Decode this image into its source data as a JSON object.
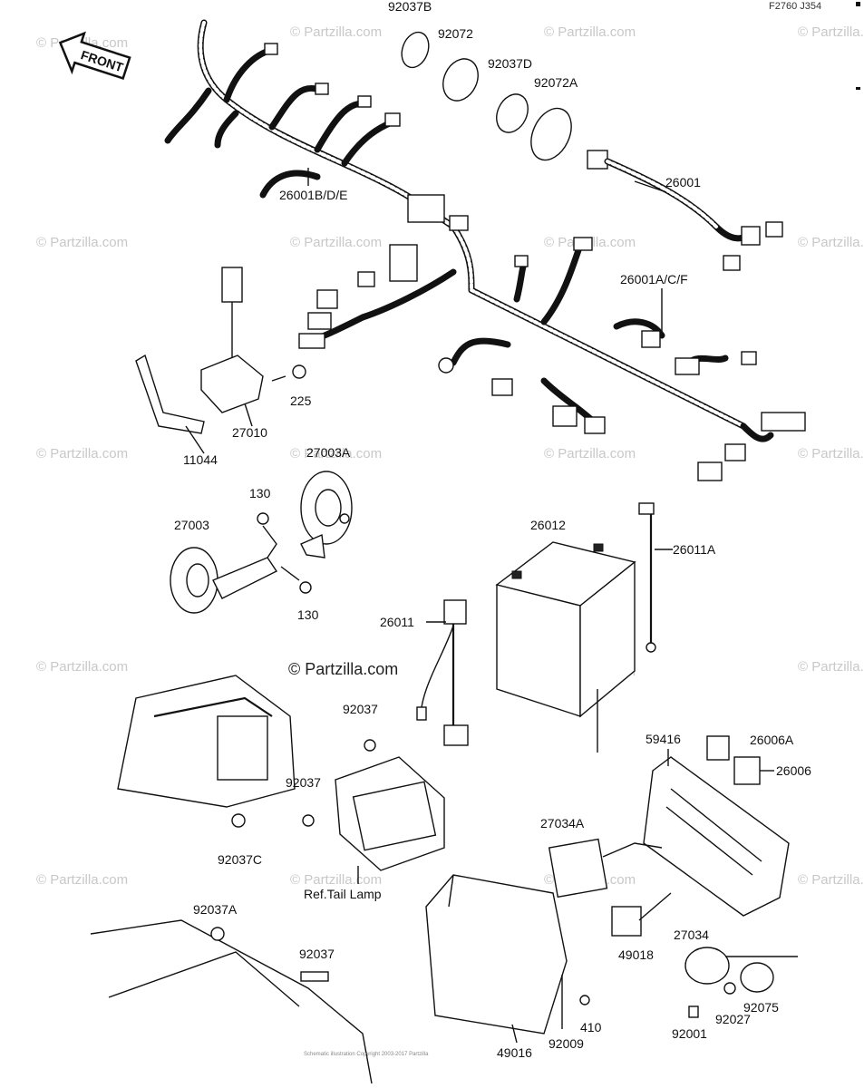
{
  "header": {
    "code": "F2760 J354",
    "front_arrow": "FRONT"
  },
  "watermark": {
    "text": "© Partzilla.com",
    "main_text": "© Partzilla.com"
  },
  "labels": {
    "l_92037B": "92037B",
    "l_92072": "92072",
    "l_92037D": "92037D",
    "l_92072A": "92072A",
    "l_26001": "26001",
    "l_26001BDE": "26001B/D/E",
    "l_26001ACF": "26001A/C/F",
    "l_225": "225",
    "l_27010": "27010",
    "l_11044": "11044",
    "l_27003A": "27003A",
    "l_130_top": "130",
    "l_27003": "27003",
    "l_130_bottom": "130",
    "l_26012": "26012",
    "l_26011A": "26011A",
    "l_26011": "26011",
    "l_92037_a": "92037",
    "l_92037_b": "92037",
    "l_92037C": "92037C",
    "l_reftail": "Ref.Tail Lamp",
    "l_59416": "59416",
    "l_26006A": "26006A",
    "l_26006": "26006",
    "l_27034A": "27034A",
    "l_92037A": "92037A",
    "l_92037_c": "92037",
    "l_49018": "49018",
    "l_27034": "27034",
    "l_92075": "92075",
    "l_410": "410",
    "l_92027": "92027",
    "l_92001": "92001",
    "l_49016": "49016",
    "l_92009": "92009"
  },
  "icons": {
    "front": "front-arrow-icon",
    "harness": "wire-harness-icon",
    "horn": "horn-icon",
    "battery": "battery-icon",
    "fuse_box": "fuse-box-icon",
    "relay": "relay-icon",
    "cover": "battery-cover-icon"
  },
  "colors": {
    "ink": "#111111",
    "watermark": "#c8c8c8",
    "background": "#ffffff"
  }
}
